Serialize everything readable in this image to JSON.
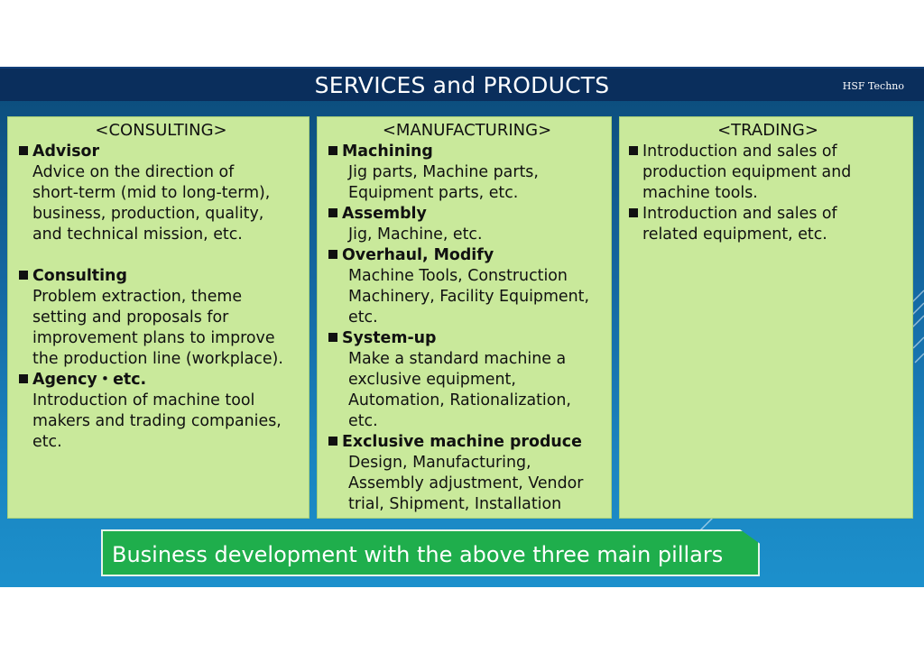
{
  "header": {
    "title": "SERVICES and PRODUCTS",
    "brand": "HSF Techno"
  },
  "columns": {
    "consulting": {
      "heading": "<CONSULTING>",
      "items": [
        {
          "title": "Advisor",
          "desc": [
            "Advice on the direction of",
            "short-term (mid to long-term),",
            "business, production, quality,",
            "and technical mission, etc."
          ]
        },
        {
          "title": "Consulting",
          "desc": [
            "Problem extraction, theme",
            "setting and proposals for",
            "improvement plans to improve",
            "the production line (workplace)."
          ]
        },
        {
          "title": "Agency・etc.",
          "desc": [
            "Introduction of machine tool",
            "makers and trading companies,",
            "etc."
          ]
        }
      ]
    },
    "manufacturing": {
      "heading": "<MANUFACTURING>",
      "items": [
        {
          "title": "Machining",
          "desc": [
            "Jig parts, Machine parts,",
            "Equipment parts, etc."
          ]
        },
        {
          "title": "Assembly",
          "desc": [
            "Jig, Machine, etc."
          ]
        },
        {
          "title": "Overhaul, Modify",
          "desc": [
            "Machine Tools, Construction",
            "Machinery, Facility Equipment,",
            "etc."
          ]
        },
        {
          "title": "System-up",
          "desc": [
            "Make a standard  machine a",
            "exclusive equipment,",
            "Automation, Rationalization,",
            "etc."
          ]
        },
        {
          "title": "Exclusive machine produce",
          "desc": [
            "Design, Manufacturing,",
            "Assembly adjustment, Vendor",
            "trial, Shipment, Installation"
          ]
        }
      ]
    },
    "trading": {
      "heading": "<TRADING>",
      "items": [
        {
          "lines": [
            "Introduction and sales of",
            "production equipment and",
            "machine tools."
          ]
        },
        {
          "lines": [
            "Introduction and sales of",
            "related equipment, etc."
          ]
        }
      ]
    }
  },
  "footer": {
    "text": "Business development with the above three main pillars"
  },
  "colors": {
    "title_bar": "#0a2e5c",
    "panel": "#c9e99b",
    "footer": "#1fae4c"
  }
}
